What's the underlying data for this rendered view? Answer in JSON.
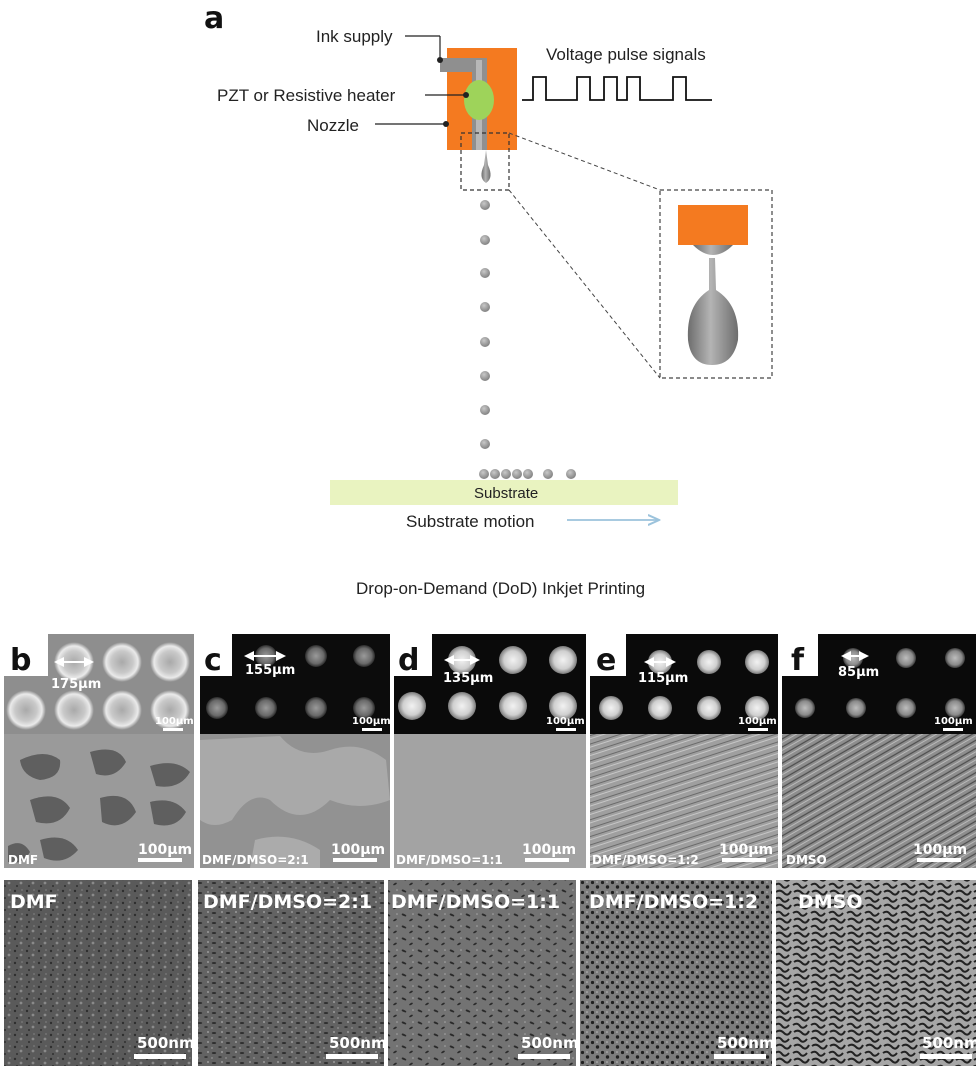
{
  "panel_a": {
    "letter": "a",
    "labels": {
      "ink_supply": "Ink supply",
      "pzt": "PZT or Resistive heater",
      "nozzle": "Nozzle",
      "voltage": "Voltage pulse signals",
      "substrate": "Substrate",
      "substrate_motion": "Substrate motion"
    },
    "caption": "Drop-on-Demand (DoD) Inkjet Printing",
    "colors": {
      "printhead": "#f47a20",
      "heater": "#9ed35a",
      "substrate": "#e9f3c0",
      "arrow": "#9cc3dc",
      "droplet": "#8c8c8c"
    }
  },
  "panels": [
    {
      "letter": "b",
      "dimension": "175µm",
      "top_scale": "100µm",
      "mid_scale": "100µm",
      "mid_label": "DMF",
      "sem_label": "DMF",
      "sem_scale": "500nm"
    },
    {
      "letter": "c",
      "dimension": "155µm",
      "top_scale": "100µm",
      "mid_scale": "100µm",
      "mid_label": "DMF/DMSO=2:1",
      "sem_label": "DMF/DMSO=2:1",
      "sem_scale": "500nm"
    },
    {
      "letter": "d",
      "dimension": "135µm",
      "top_scale": "100µm",
      "mid_scale": "100µm",
      "mid_label": "DMF/DMSO=1:1",
      "sem_label": "DMF/DMSO=1:1",
      "sem_scale": "500nm"
    },
    {
      "letter": "e",
      "dimension": "115µm",
      "top_scale": "100µm",
      "mid_scale": "100µm",
      "mid_label": "DMF/DMSO=1:2",
      "sem_label": "DMF/DMSO=1:2",
      "sem_scale": "500nm"
    },
    {
      "letter": "f",
      "dimension": "85µm",
      "top_scale": "100µm",
      "mid_scale": "100µm",
      "mid_label": "DMSO",
      "sem_label": "DMSO",
      "sem_scale": "500nm"
    }
  ]
}
